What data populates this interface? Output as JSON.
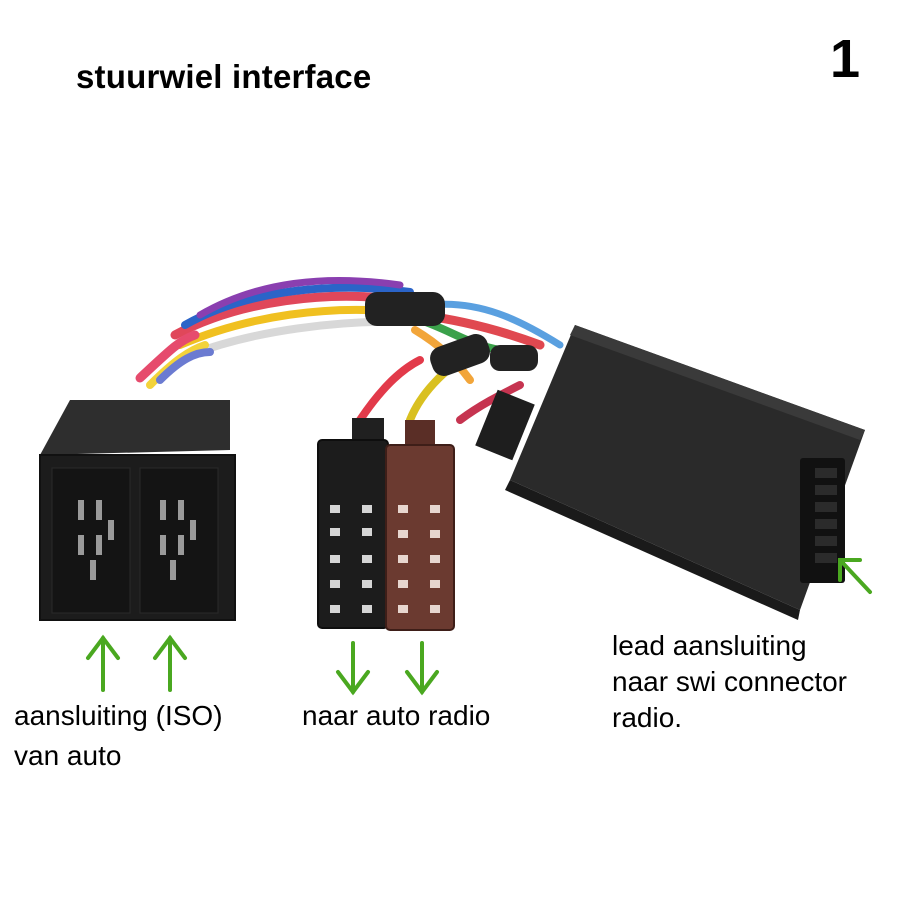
{
  "title": "stuurwiel interface",
  "page_number": "1",
  "labels": {
    "iso": [
      "aansluiting (ISO)",
      "van auto"
    ],
    "radio": [
      "naar auto radio"
    ],
    "lead": [
      "lead aansluiting",
      "naar swi connector",
      "radio."
    ]
  },
  "colors": {
    "arrow": "#4aa820",
    "connector_black": "#1c1c1c",
    "connector_brown": "#6b3a30",
    "module_body": "#2a2a2a"
  },
  "icons": [
    "arrow-up-icon",
    "arrow-down-icon",
    "arrow-diagonal-icon"
  ]
}
